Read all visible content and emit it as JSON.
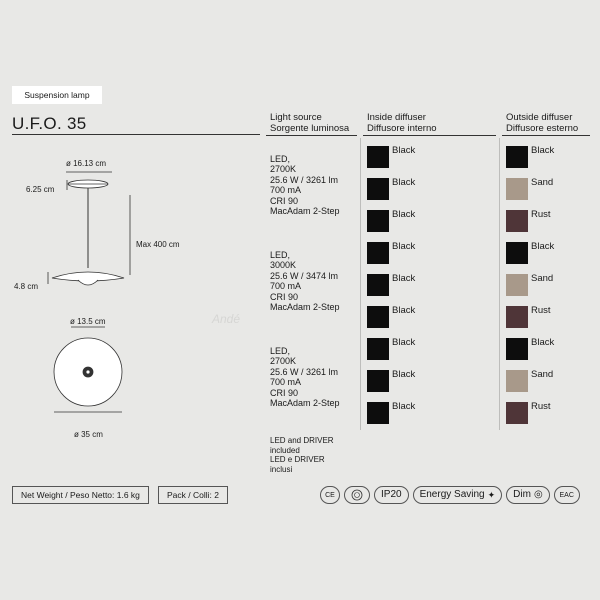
{
  "product": {
    "category": "Suspension lamp",
    "name": "U.F.O. 35"
  },
  "columns": {
    "light_source": "Light source",
    "light_source_it": "Sorgente luminosa",
    "inside": "Inside diffuser",
    "inside_it": "Diffusore interno",
    "outside": "Outside diffuser",
    "outside_it": "Diffusore esterno"
  },
  "groups": [
    {
      "spec": [
        "LED,",
        "2700K",
        "25.6 W / 3261 lm",
        "700 mA",
        "CRI 90",
        "MacAdam 2-Step"
      ],
      "rows": [
        {
          "inside": "Black",
          "outside": "Black"
        },
        {
          "inside": "Black",
          "outside": "Sand"
        },
        {
          "inside": "Black",
          "outside": "Rust"
        }
      ]
    },
    {
      "spec": [
        "LED,",
        "3000K",
        "25.6 W / 3474 lm",
        "700 mA",
        "CRI 90",
        "MacAdam 2-Step"
      ],
      "rows": [
        {
          "inside": "Black",
          "outside": "Black"
        },
        {
          "inside": "Black",
          "outside": "Sand"
        },
        {
          "inside": "Black",
          "outside": "Rust"
        }
      ]
    },
    {
      "spec": [
        "LED,",
        "2700K",
        "25.6 W / 3261 lm",
        "700 mA",
        "CRI 90",
        "MacAdam 2-Step"
      ],
      "rows": [
        {
          "inside": "Black",
          "outside": "Black"
        },
        {
          "inside": "Black",
          "outside": "Sand"
        },
        {
          "inside": "Black",
          "outside": "Rust"
        }
      ]
    }
  ],
  "colors": {
    "Black": "#0d0d0d",
    "Sand": "#a8998a",
    "Rust": "#4f3538"
  },
  "driver_note": [
    "LED and DRIVER",
    "included",
    "LED e DRIVER",
    "inclusi"
  ],
  "dimensions": {
    "top_diameter": "ø 16.13 cm",
    "canopy_height": "6.25 cm",
    "max_length": "Max 400 cm",
    "shade_height": "4.8 cm",
    "inner_diameter": "ø 13.5 cm",
    "outer_diameter": "ø 35 cm"
  },
  "watermark": "Andé",
  "footer": {
    "weight": "Net Weight / Peso Netto: 1.6 kg",
    "pack": "Pack / Colli: 2",
    "ce": "CE",
    "ip": "IP20",
    "energy": "Energy Saving",
    "dim": "Dim",
    "eac": "EAC"
  },
  "icons": [
    "ce-mark-icon",
    "cert-mark-icon",
    "leaf-icon",
    "dim-icon",
    "eac-mark-icon"
  ]
}
